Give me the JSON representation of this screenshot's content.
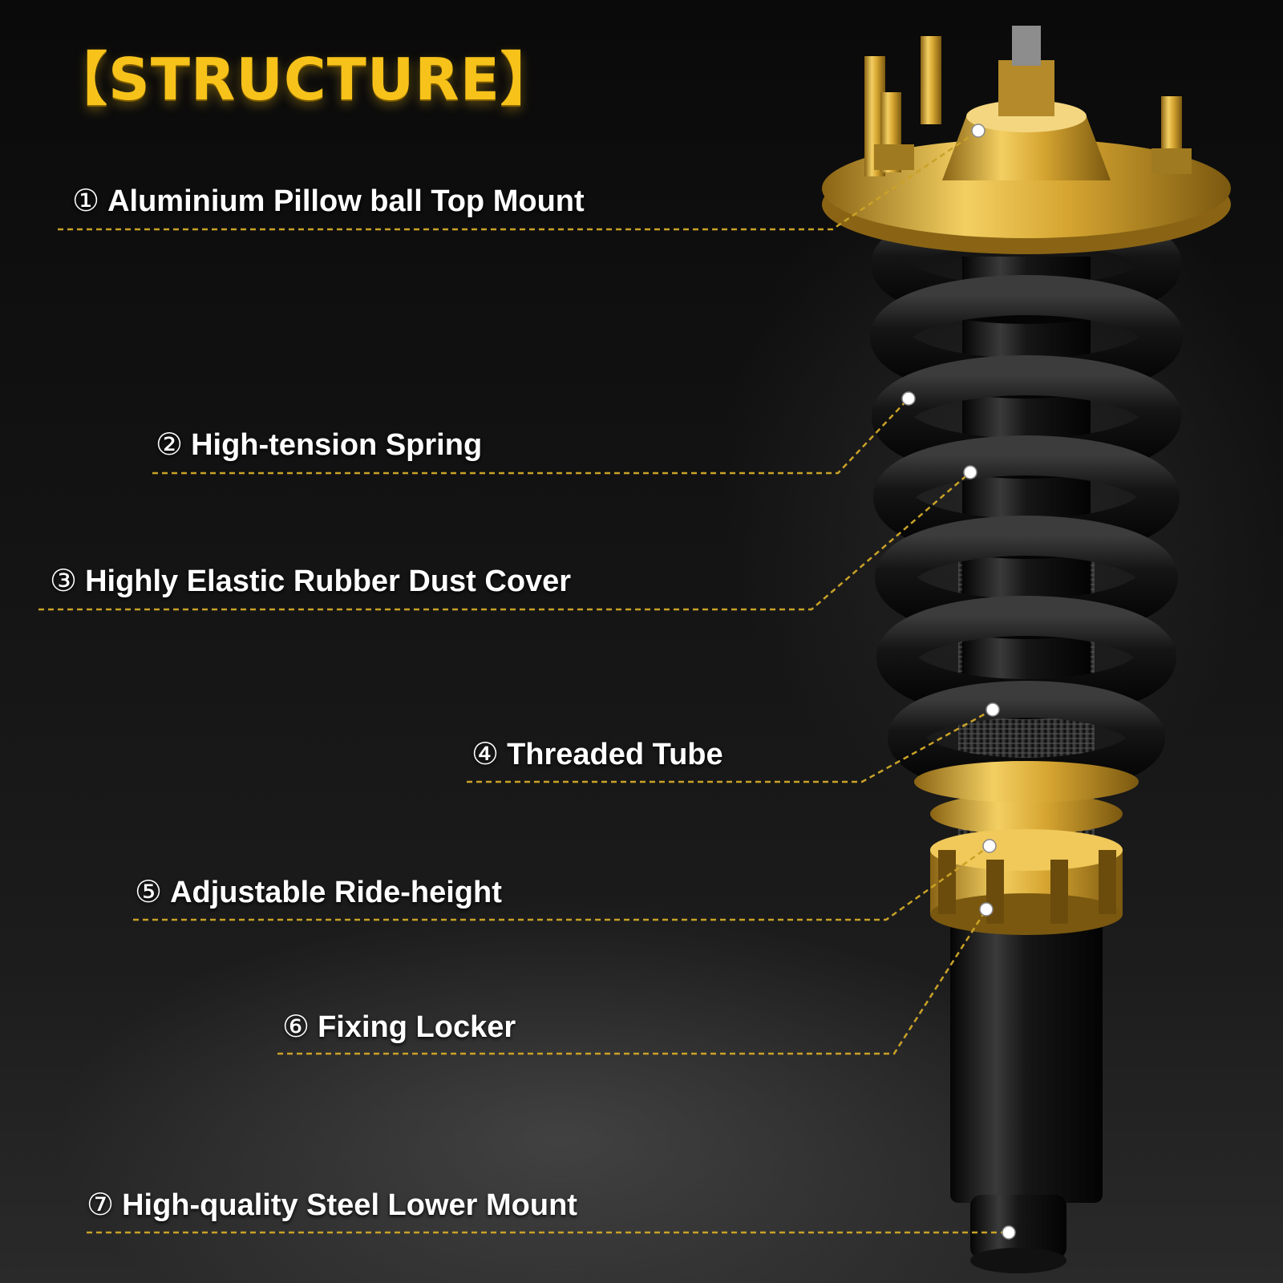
{
  "title": "【STRUCTURE】",
  "colors": {
    "accent": "#f7c21a",
    "leader_line": "#c9a227",
    "gold_part": "#e0b43a",
    "spring": "#111111",
    "background": "#0a0a0a"
  },
  "callouts": [
    {
      "number": "①",
      "label": "Aluminium Pillow ball Top Mount"
    },
    {
      "number": "②",
      "label": "High-tension Spring"
    },
    {
      "number": "③",
      "label": "Highly Elastic Rubber Dust Cover"
    },
    {
      "number": "④",
      "label": "Threaded Tube"
    },
    {
      "number": "⑤",
      "label": "Adjustable Ride-height"
    },
    {
      "number": "⑥",
      "label": "Fixing Locker"
    },
    {
      "number": "⑦",
      "label": "High-quality Steel Lower Mount"
    }
  ]
}
